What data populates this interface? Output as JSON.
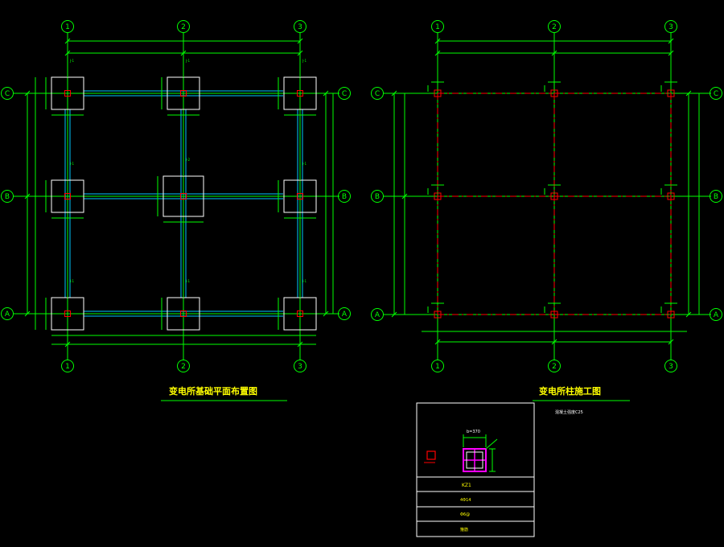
{
  "drawing": {
    "left_title": "变电所基础平面布置图",
    "right_title": "变电所柱施工图",
    "axis_numbers": [
      "1",
      "2",
      "3"
    ],
    "axis_letters": [
      "A",
      "B",
      "C"
    ],
    "foundation_tag": "J-1",
    "center_foundation_tag": "J-2",
    "column_table_title": "KZ1",
    "column_dim_b": "b=370",
    "column_table_rows": [
      "4Φ14",
      "Φ6@",
      "箍筋"
    ],
    "side_note": "混凝土强度C25"
  },
  "colors": {
    "background": "#000000",
    "dimension": "#00ff00",
    "outline": "#ffffff",
    "title": "#ffff00",
    "tie_beam": "#00c8ff",
    "column": "#ff0000",
    "section": "#ff00ff"
  }
}
